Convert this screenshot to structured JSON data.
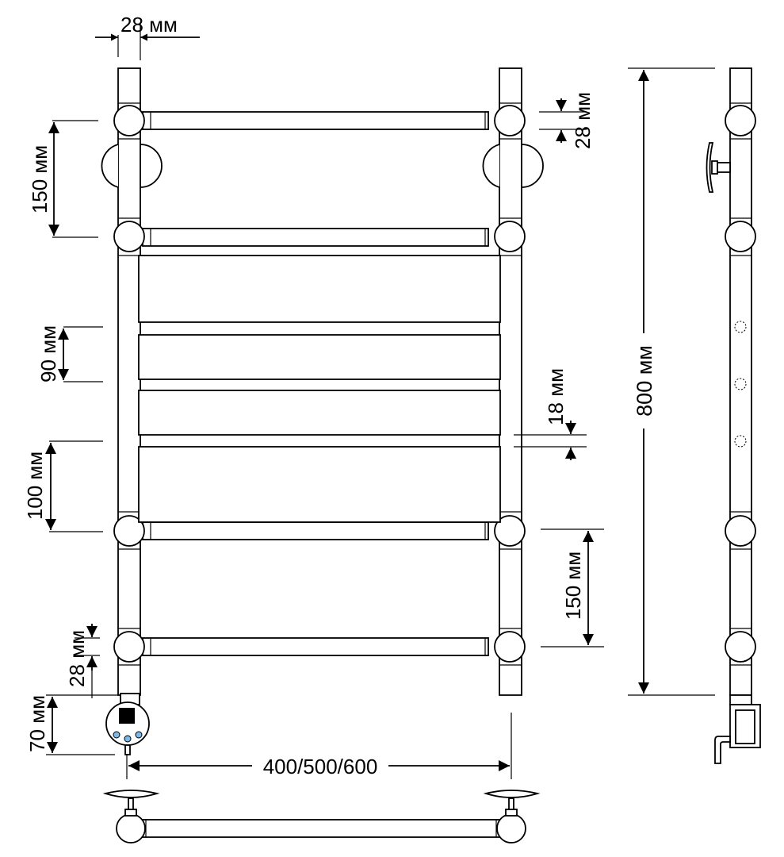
{
  "dimensions": {
    "pipe_width_top": "28 мм",
    "joint_offset_top": "28 мм",
    "spacing_150_top": "150 мм",
    "spacing_90": "90 мм",
    "bar_thickness": "18 мм",
    "spacing_100": "100 мм",
    "spacing_150_bottom": "150 мм",
    "joint_offset_bottom": "28 мм",
    "height_total": "800 мм",
    "control_height": "70 мм",
    "width_options": "400/500/600"
  },
  "colors": {
    "line": "#000000",
    "background": "#ffffff",
    "indicator": "#7ab8e8"
  }
}
